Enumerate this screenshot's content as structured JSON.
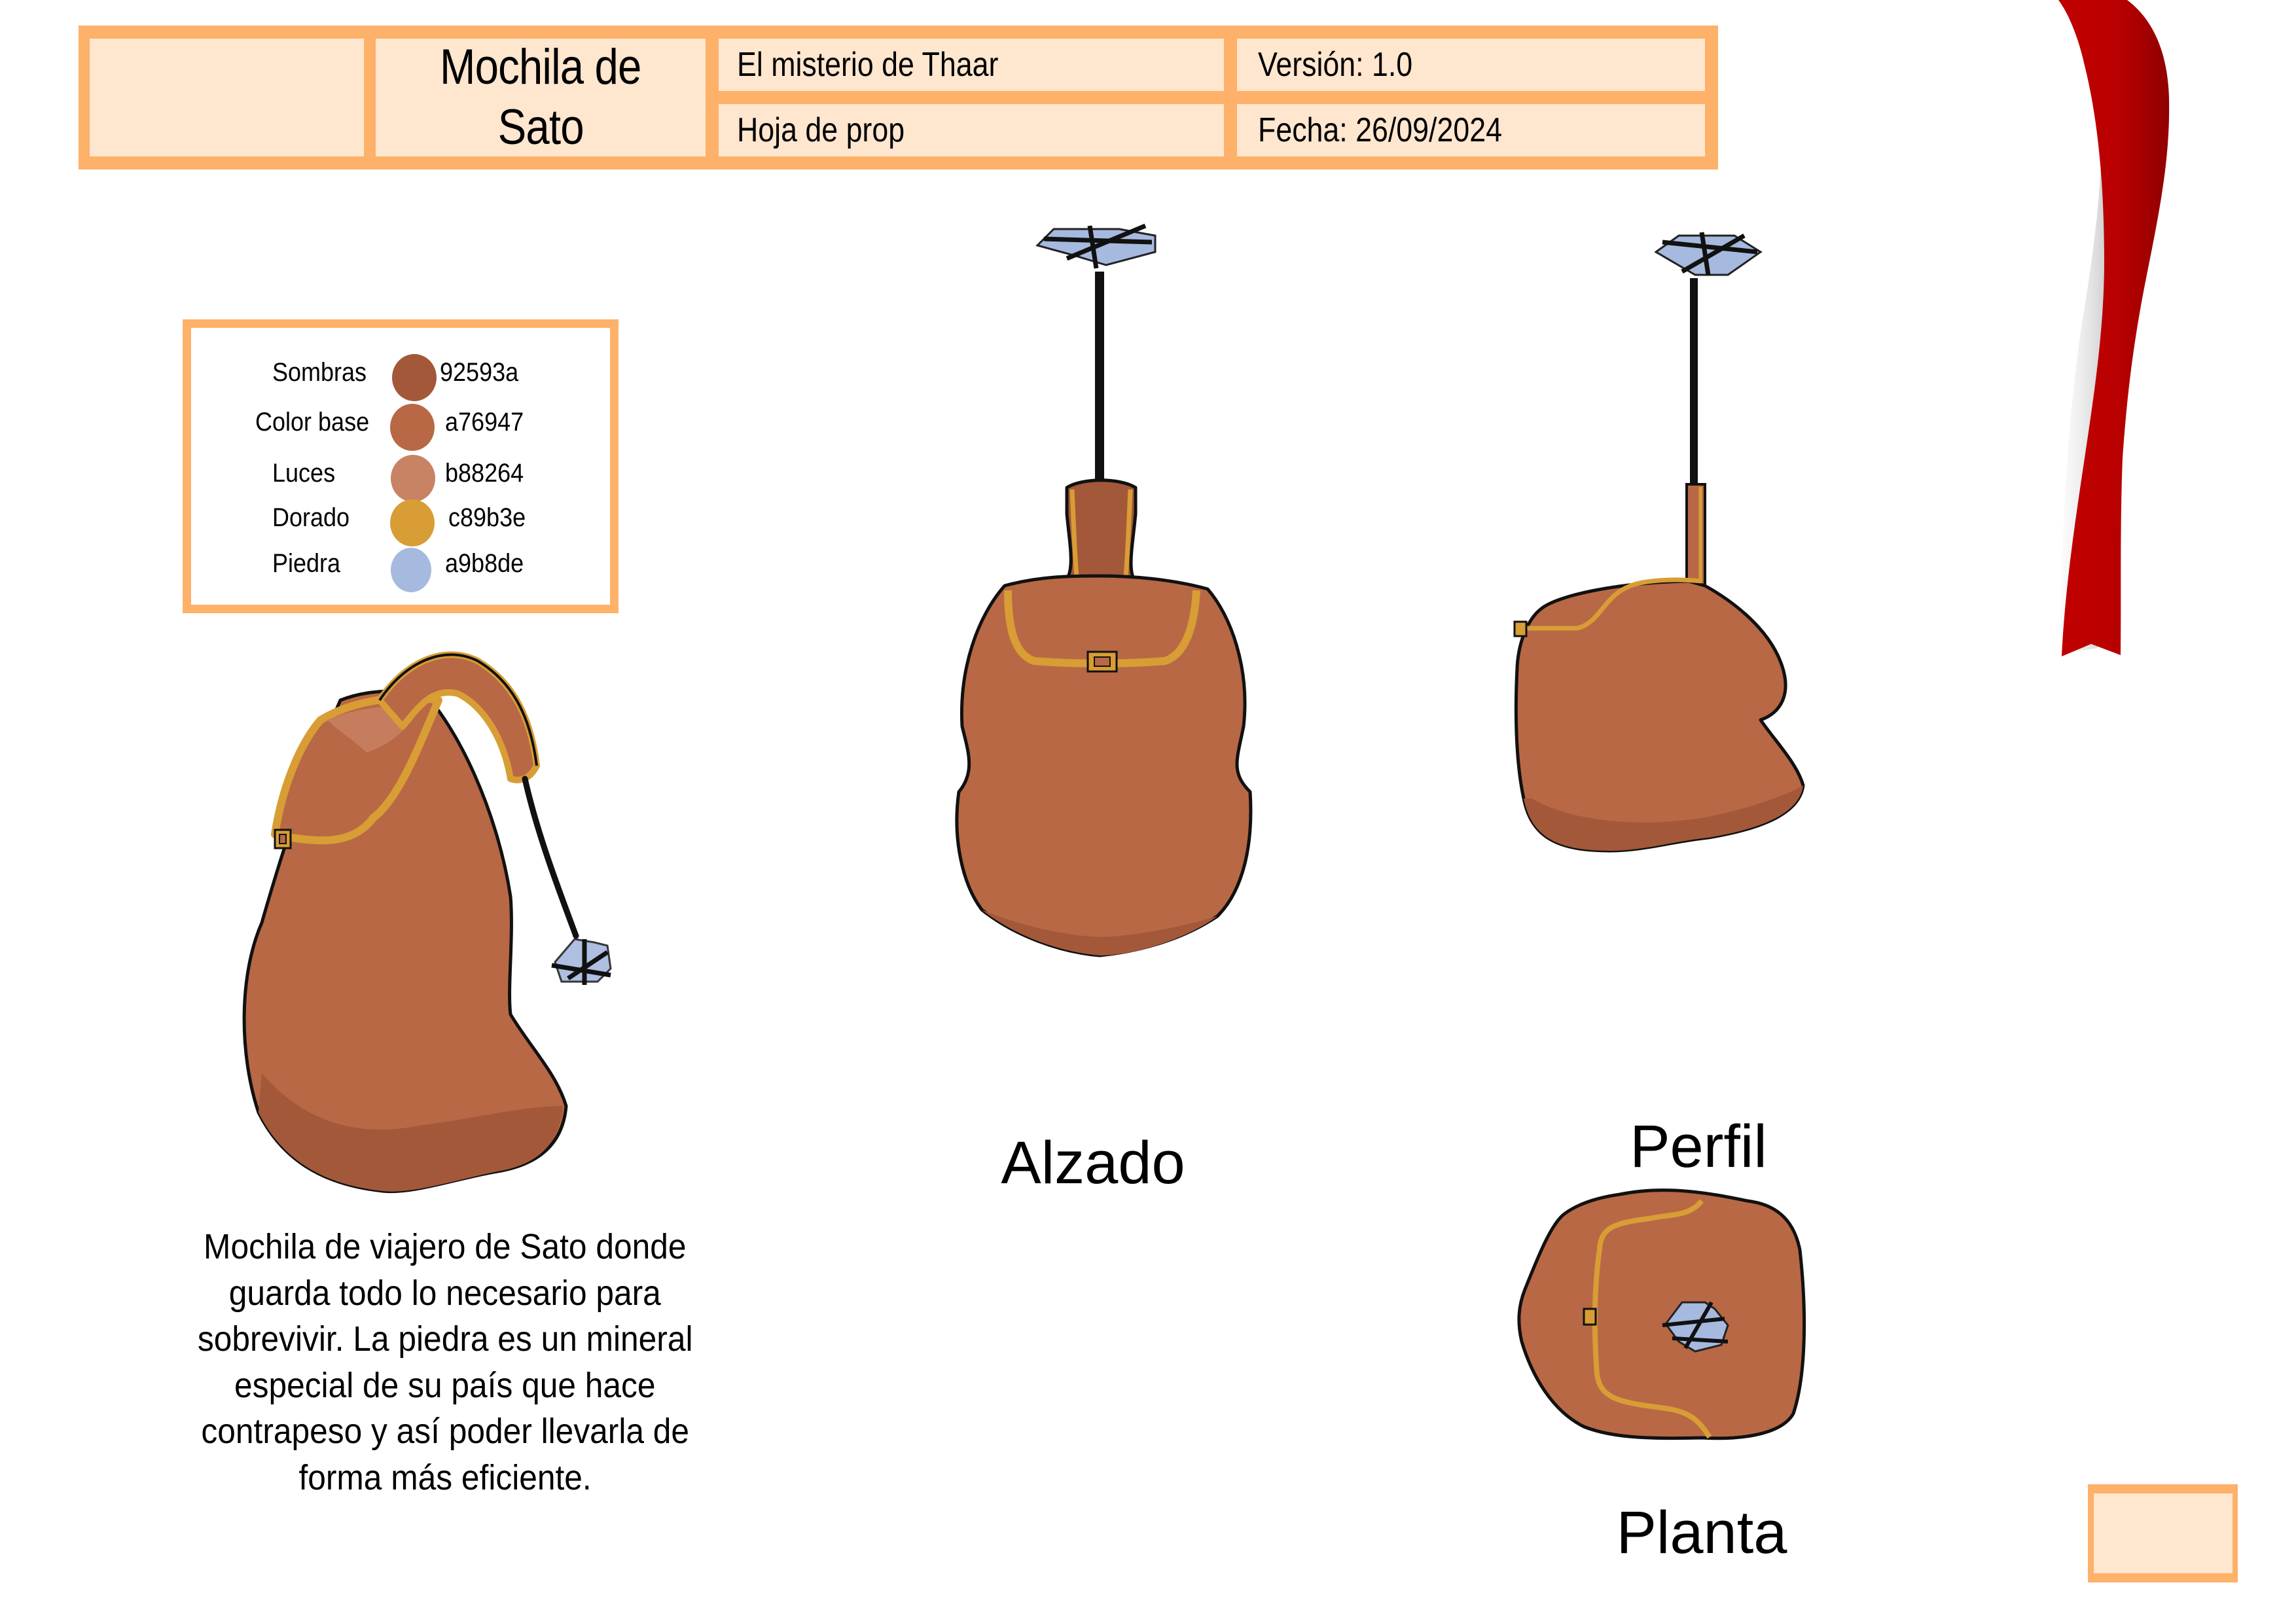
{
  "header": {
    "logo_cell": "",
    "title_line1": "Mochila de",
    "title_line2": "Sato",
    "project": "El misterio de Thaar",
    "sheet_type": "Hoja de prop",
    "version": "Versión: 1.0",
    "date": "Fecha: 26/09/2024"
  },
  "palette": {
    "items": [
      {
        "name": "Sombras",
        "hex": "92593a",
        "swatch": "#a3583a"
      },
      {
        "name": "Color base",
        "hex": "a76947",
        "swatch": "#b86845"
      },
      {
        "name": "Luces",
        "hex": "b88264",
        "swatch": "#c88264"
      },
      {
        "name": "Dorado",
        "hex": "c89b3e",
        "swatch": "#d89d35"
      },
      {
        "name": "Piedra",
        "hex": "a9b8de",
        "swatch": "#a6b9df"
      }
    ]
  },
  "description": {
    "lines": [
      "Mochila de viajero de Sato donde",
      "guarda todo lo necesario para",
      "sobrevivir. La piedra es un mineral",
      "especial de su país que hace",
      "contrapeso y así poder llevarla de",
      "forma más eficiente."
    ]
  },
  "views": {
    "front": "Alzado",
    "side": "Perfil",
    "top": "Planta"
  },
  "colors": {
    "frame": "#feb169",
    "cell": "#fee6cf",
    "leather_base": "#b86845",
    "leather_shadow": "#a3583a",
    "leather_light": "#c88264",
    "gold": "#d89d35",
    "stone": "#a6b9df",
    "ribbon": "#b80000"
  }
}
